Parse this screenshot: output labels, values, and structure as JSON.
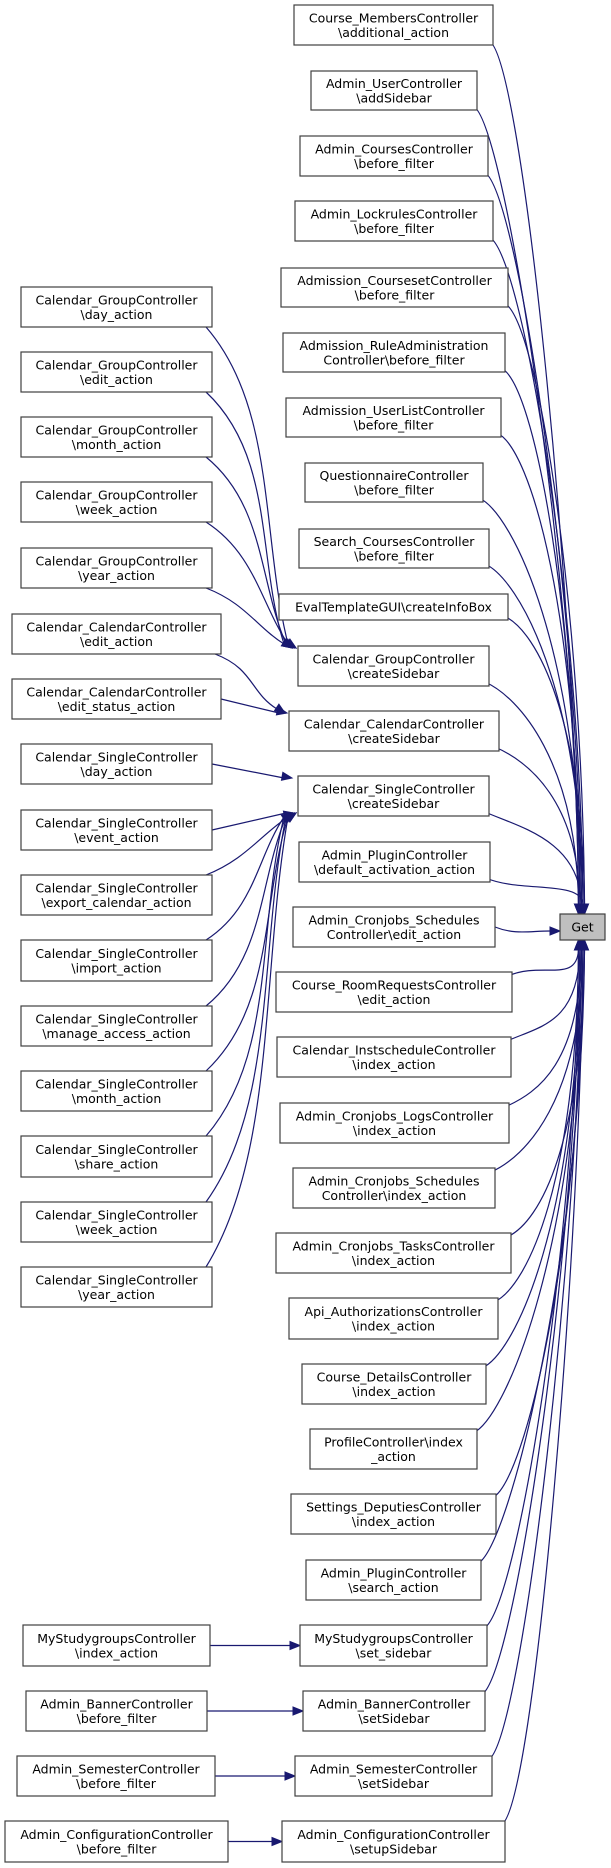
{
  "graph": {
    "type": "caller-graph",
    "colors": {
      "edge": "#191970",
      "target_fill": "#bfbfbf",
      "node_fill": "#ffffff",
      "node_border": "#404040"
    },
    "target": {
      "id": "get",
      "label": [
        "Get"
      ]
    },
    "nodes": [
      {
        "id": "n1",
        "label": [
          "Course_MembersController",
          "\\additional_action"
        ]
      },
      {
        "id": "n2",
        "label": [
          "Admin_UserController",
          "\\addSidebar"
        ]
      },
      {
        "id": "n3",
        "label": [
          "Admin_CoursesController",
          "\\before_filter"
        ]
      },
      {
        "id": "n4",
        "label": [
          "Admin_LockrulesController",
          "\\before_filter"
        ]
      },
      {
        "id": "n5",
        "label": [
          "Admission_CoursesetController",
          "\\before_filter"
        ]
      },
      {
        "id": "n6",
        "label": [
          "Admission_RuleAdministration",
          "Controller\\before_filter"
        ]
      },
      {
        "id": "n7",
        "label": [
          "Admission_UserListController",
          "\\before_filter"
        ]
      },
      {
        "id": "n8",
        "label": [
          "QuestionnaireController",
          "\\before_filter"
        ]
      },
      {
        "id": "n9",
        "label": [
          "Search_CoursesController",
          "\\before_filter"
        ]
      },
      {
        "id": "n10",
        "label": [
          "EvalTemplateGUI\\createInfoBox"
        ]
      },
      {
        "id": "n11",
        "label": [
          "Calendar_GroupController",
          "\\createSidebar"
        ]
      },
      {
        "id": "n12",
        "label": [
          "Calendar_CalendarController",
          "\\createSidebar"
        ]
      },
      {
        "id": "n13",
        "label": [
          "Calendar_SingleController",
          "\\createSidebar"
        ]
      },
      {
        "id": "n14",
        "label": [
          "Admin_PluginController",
          "\\default_activation_action"
        ]
      },
      {
        "id": "n15",
        "label": [
          "Admin_Cronjobs_Schedules",
          "Controller\\edit_action"
        ]
      },
      {
        "id": "n16",
        "label": [
          "Course_RoomRequestsController",
          "\\edit_action"
        ]
      },
      {
        "id": "n17",
        "label": [
          "Calendar_InstscheduleController",
          "\\index_action"
        ]
      },
      {
        "id": "n18",
        "label": [
          "Admin_Cronjobs_LogsController",
          "\\index_action"
        ]
      },
      {
        "id": "n19",
        "label": [
          "Admin_Cronjobs_Schedules",
          "Controller\\index_action"
        ]
      },
      {
        "id": "n20",
        "label": [
          "Admin_Cronjobs_TasksController",
          "\\index_action"
        ]
      },
      {
        "id": "n21",
        "label": [
          "Api_AuthorizationsController",
          "\\index_action"
        ]
      },
      {
        "id": "n22",
        "label": [
          "Course_DetailsController",
          "\\index_action"
        ]
      },
      {
        "id": "n23",
        "label": [
          "ProfileController\\index",
          "_action"
        ]
      },
      {
        "id": "n24",
        "label": [
          "Settings_DeputiesController",
          "\\index_action"
        ]
      },
      {
        "id": "n25",
        "label": [
          "Admin_PluginController",
          "\\search_action"
        ]
      },
      {
        "id": "n26",
        "label": [
          "MyStudygroupsController",
          "\\set_sidebar"
        ]
      },
      {
        "id": "n27",
        "label": [
          "Admin_BannerController",
          "\\setSidebar"
        ]
      },
      {
        "id": "n28",
        "label": [
          "Admin_SemesterController",
          "\\setSidebar"
        ]
      },
      {
        "id": "n29",
        "label": [
          "Admin_ConfigurationController",
          "\\setupSidebar"
        ]
      },
      {
        "id": "g1",
        "label": [
          "Calendar_GroupController",
          "\\day_action"
        ]
      },
      {
        "id": "g2",
        "label": [
          "Calendar_GroupController",
          "\\edit_action"
        ]
      },
      {
        "id": "g3",
        "label": [
          "Calendar_GroupController",
          "\\month_action"
        ]
      },
      {
        "id": "g4",
        "label": [
          "Calendar_GroupController",
          "\\week_action"
        ]
      },
      {
        "id": "g5",
        "label": [
          "Calendar_GroupController",
          "\\year_action"
        ]
      },
      {
        "id": "c1",
        "label": [
          "Calendar_CalendarController",
          "\\edit_action"
        ]
      },
      {
        "id": "c2",
        "label": [
          "Calendar_CalendarController",
          "\\edit_status_action"
        ]
      },
      {
        "id": "s1",
        "label": [
          "Calendar_SingleController",
          "\\day_action"
        ]
      },
      {
        "id": "s2",
        "label": [
          "Calendar_SingleController",
          "\\event_action"
        ]
      },
      {
        "id": "s3",
        "label": [
          "Calendar_SingleController",
          "\\export_calendar_action"
        ]
      },
      {
        "id": "s4",
        "label": [
          "Calendar_SingleController",
          "\\import_action"
        ]
      },
      {
        "id": "s5",
        "label": [
          "Calendar_SingleController",
          "\\manage_access_action"
        ]
      },
      {
        "id": "s6",
        "label": [
          "Calendar_SingleController",
          "\\month_action"
        ]
      },
      {
        "id": "s7",
        "label": [
          "Calendar_SingleController",
          "\\share_action"
        ]
      },
      {
        "id": "s8",
        "label": [
          "Calendar_SingleController",
          "\\week_action"
        ]
      },
      {
        "id": "s9",
        "label": [
          "Calendar_SingleController",
          "\\year_action"
        ]
      },
      {
        "id": "m1",
        "label": [
          "MyStudygroupsController",
          "\\index_action"
        ]
      },
      {
        "id": "b1",
        "label": [
          "Admin_BannerController",
          "\\before_filter"
        ]
      },
      {
        "id": "sem1",
        "label": [
          "Admin_SemesterController",
          "\\before_filter"
        ]
      },
      {
        "id": "cfg1",
        "label": [
          "Admin_ConfigurationController",
          "\\before_filter"
        ]
      }
    ],
    "edges": [
      [
        "n1",
        "get"
      ],
      [
        "n2",
        "get"
      ],
      [
        "n3",
        "get"
      ],
      [
        "n4",
        "get"
      ],
      [
        "n5",
        "get"
      ],
      [
        "n6",
        "get"
      ],
      [
        "n7",
        "get"
      ],
      [
        "n8",
        "get"
      ],
      [
        "n9",
        "get"
      ],
      [
        "n10",
        "get"
      ],
      [
        "n11",
        "get"
      ],
      [
        "n12",
        "get"
      ],
      [
        "n13",
        "get"
      ],
      [
        "n14",
        "get"
      ],
      [
        "n15",
        "get"
      ],
      [
        "n16",
        "get"
      ],
      [
        "n17",
        "get"
      ],
      [
        "n18",
        "get"
      ],
      [
        "n19",
        "get"
      ],
      [
        "n20",
        "get"
      ],
      [
        "n21",
        "get"
      ],
      [
        "n22",
        "get"
      ],
      [
        "n23",
        "get"
      ],
      [
        "n24",
        "get"
      ],
      [
        "n25",
        "get"
      ],
      [
        "n26",
        "get"
      ],
      [
        "n27",
        "get"
      ],
      [
        "n28",
        "get"
      ],
      [
        "n29",
        "get"
      ],
      [
        "g1",
        "n11"
      ],
      [
        "g2",
        "n11"
      ],
      [
        "g3",
        "n11"
      ],
      [
        "g4",
        "n11"
      ],
      [
        "g5",
        "n11"
      ],
      [
        "c1",
        "n12"
      ],
      [
        "c2",
        "n12"
      ],
      [
        "s1",
        "n13"
      ],
      [
        "s2",
        "n13"
      ],
      [
        "s3",
        "n13"
      ],
      [
        "s4",
        "n13"
      ],
      [
        "s5",
        "n13"
      ],
      [
        "s6",
        "n13"
      ],
      [
        "s7",
        "n13"
      ],
      [
        "s8",
        "n13"
      ],
      [
        "s9",
        "n13"
      ],
      [
        "m1",
        "n26"
      ],
      [
        "b1",
        "n27"
      ],
      [
        "sem1",
        "n28"
      ],
      [
        "cfg1",
        "n29"
      ]
    ]
  }
}
